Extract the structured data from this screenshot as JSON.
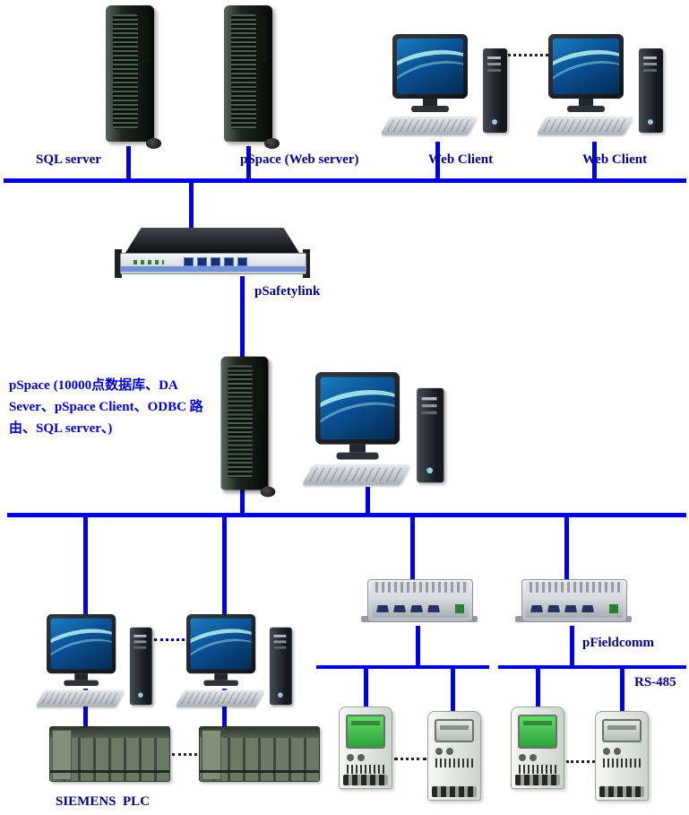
{
  "colors": {
    "bus": "#0000e0",
    "label": "#000080",
    "pspace_text": "#0000c8",
    "dotted": "#222222"
  },
  "labels": {
    "sql_server": "SQL server",
    "pspace_web_server": "pSpace (Web server)",
    "web_client_1": "Web Client",
    "web_client_2": "Web Client",
    "psafetylink": "pSafetylink",
    "pspace_main": "pSpace (10000点数据库、DA Sever、pSpace Client、ODBC 路由、SQL server、)",
    "pfieldcomm": "pFieldcomm",
    "rs485": "RS-485",
    "siemens_plc": "SIEMENS  PLC"
  }
}
